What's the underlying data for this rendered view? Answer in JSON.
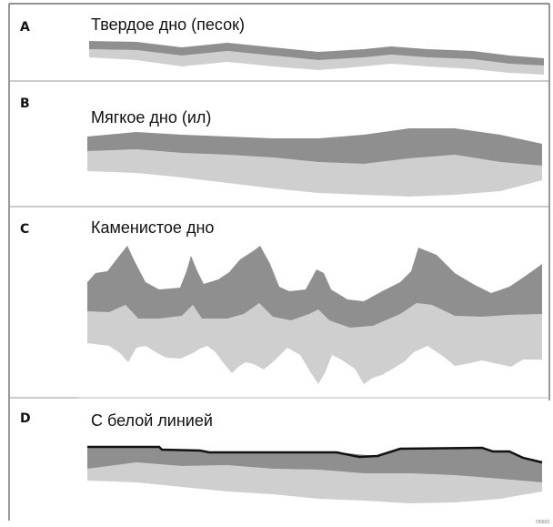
{
  "colors": {
    "frame": "#555555",
    "divider": "#999999",
    "dark_band": "#8f8f8f",
    "light_band": "#cfcfcf",
    "white_line": "#111111",
    "text": "#111111"
  },
  "panels": [
    {
      "letter": "A",
      "title": "Твердое дно (песок)"
    },
    {
      "letter": "B",
      "title": "Мягкое дно (ил)"
    },
    {
      "letter": "C",
      "title": "Каменистое дно"
    },
    {
      "letter": "D",
      "title": "С белой линией"
    }
  ],
  "figure_code": "D6663"
}
